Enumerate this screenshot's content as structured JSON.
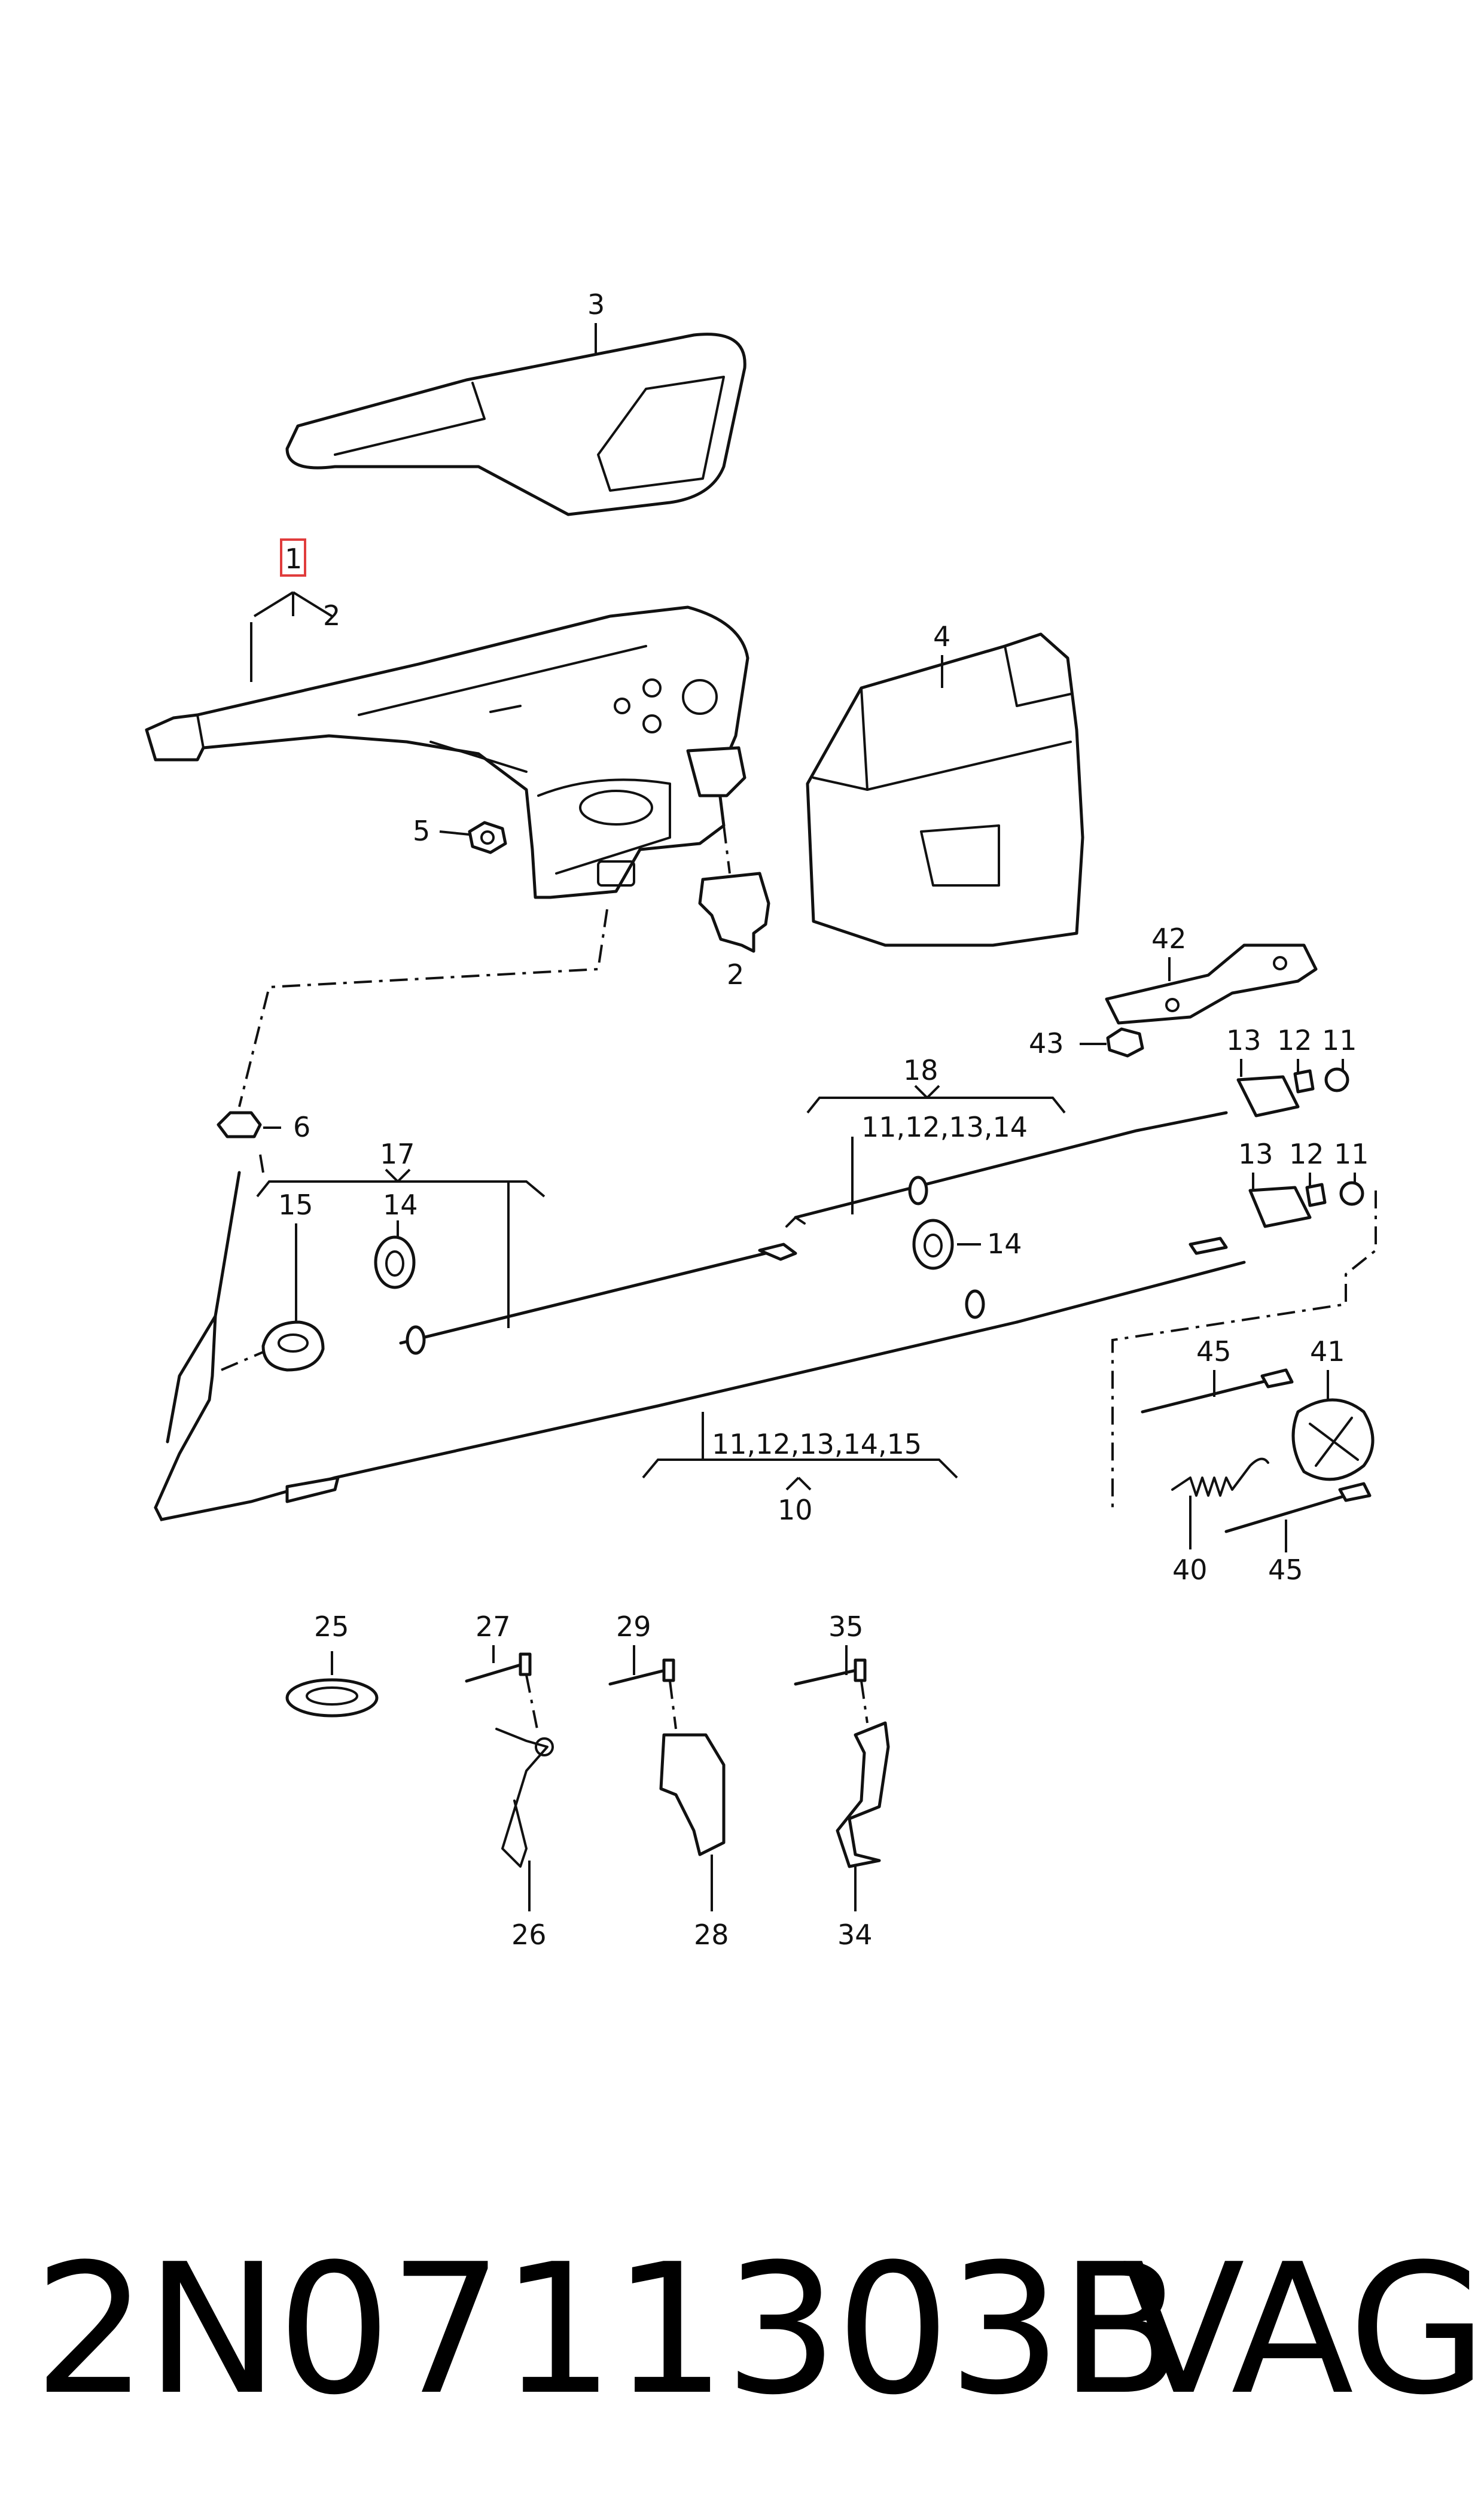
{
  "callouts": {
    "c1": "1",
    "c2a": "2",
    "c2b": "2",
    "c3": "3",
    "c4": "4",
    "c5": "5",
    "c6": "6",
    "c10": "10",
    "c11a": "11",
    "c11b": "11",
    "c12a": "12",
    "c12b": "12",
    "c13a": "13",
    "c13b": "13",
    "c14a": "14",
    "c14b": "14",
    "c15": "15",
    "c17": "17",
    "c18": "18",
    "g18": "11,12,13,14",
    "g10": "11,12,13,14,15",
    "c25": "25",
    "c26": "26",
    "c27": "27",
    "c28": "28",
    "c29": "29",
    "c34": "34",
    "c35": "35",
    "c40": "40",
    "c41": "41",
    "c42": "42",
    "c43": "43",
    "c45a": "45",
    "c45b": "45"
  },
  "highlight": {
    "part": "1",
    "color": "#e03c3c"
  },
  "footer": {
    "part_number": "2N0711303B",
    "brand": "VAG"
  }
}
